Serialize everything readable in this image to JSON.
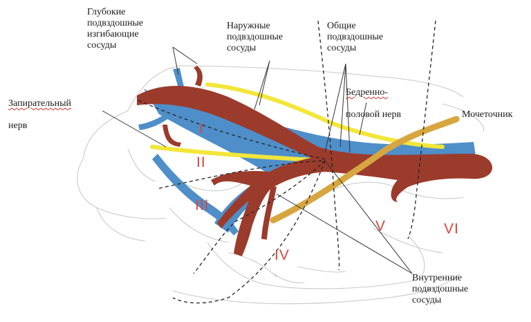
{
  "labels": {
    "deep_circumflex": "Глубокие\nподвздошные\nизгибающие\nсосуды",
    "external_iliac": "Наружные\nподвздошные\nсосуды",
    "common_iliac": "Общие\nподвздошные\nсосуды",
    "obturator_line1": "Запирательный",
    "obturator_line2": "нерв",
    "genitofemoral_line1": "Бедренно-",
    "genitofemoral_line2": "половой нерв",
    "ureter": "Мочеточник",
    "internal_iliac": "Внутренние\nподвздошные\nсосуды"
  },
  "zones": [
    "I",
    "II",
    "III",
    "IV",
    "V",
    "VI"
  ],
  "colors": {
    "artery": "#9b3b2c",
    "vein": "#4f8fc9",
    "nerve": "#f2e63a",
    "ureter": "#d7a640",
    "zone_numeral": "#d8463a",
    "outline": "#c8c8c8"
  }
}
